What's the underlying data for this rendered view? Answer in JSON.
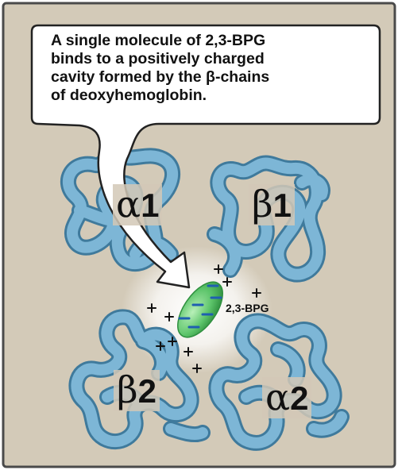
{
  "callout": {
    "line1": "A single molecule of 2,3-BPG",
    "line2": "binds to a positively charged",
    "line3": "cavity formed by the β-chains",
    "line4": "of deoxyhemoglobin."
  },
  "subunits": {
    "alpha1": {
      "greek": "α",
      "index": "1"
    },
    "beta1": {
      "greek": "β",
      "index": "1"
    },
    "beta2": {
      "greek": "β",
      "index": "2"
    },
    "alpha2": {
      "greek": "α",
      "index": "2"
    }
  },
  "bpg_label": "2,3-BPG",
  "colors": {
    "background": "#d3cab8",
    "frame": "#4a4a4a",
    "protein": "#6ea8c8",
    "protein_outline": "#3f7a9c",
    "bpg": "#5cc46a",
    "negative_charge": "#1f5fb0",
    "positive_charge": "#111111"
  }
}
